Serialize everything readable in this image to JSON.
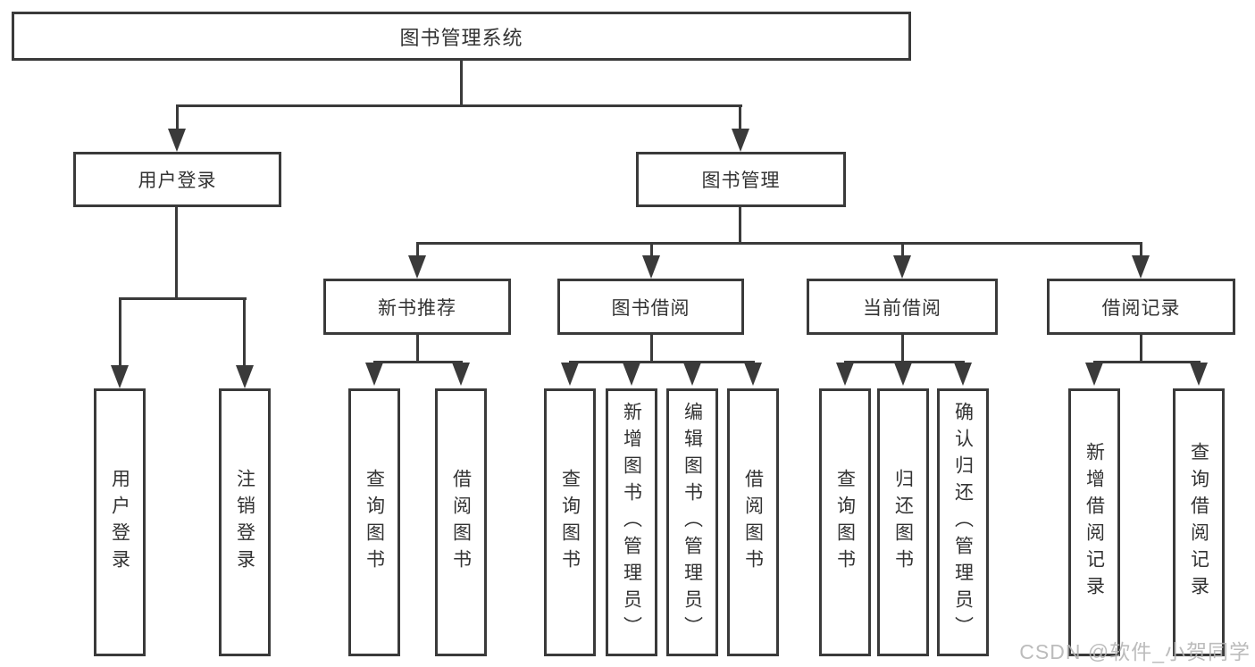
{
  "title": "图书管理系统",
  "level2": {
    "user_login": "用户登录",
    "book_management": "图书管理"
  },
  "level3": {
    "new_book_recommend": "新书推荐",
    "book_borrow": "图书借阅",
    "current_borrow": "当前借阅",
    "borrow_records": "借阅记录"
  },
  "leaves": {
    "user_login": "用户登录",
    "logout": "注销登录",
    "nb_query_book": "查询图书",
    "nb_borrow_book": "借阅图书",
    "bb_query_book": "查询图书",
    "bb_add_book": "新增图书（管理员）",
    "bb_edit_book": "编辑图书（管理员）",
    "bb_borrow_book": "借阅图书",
    "cb_query_book": "查询图书",
    "cb_return_book": "归还图书",
    "cb_confirm_return": "确认归还（管理员）",
    "br_add_record": "新增借阅记录",
    "br_query_record": "查询借阅记录"
  },
  "watermark": "CSDN @软件_小贺同学",
  "colors": {
    "line": "#3a3a3a",
    "text": "#333333",
    "watermark": "#b3b3b3",
    "background": "#ffffff"
  }
}
